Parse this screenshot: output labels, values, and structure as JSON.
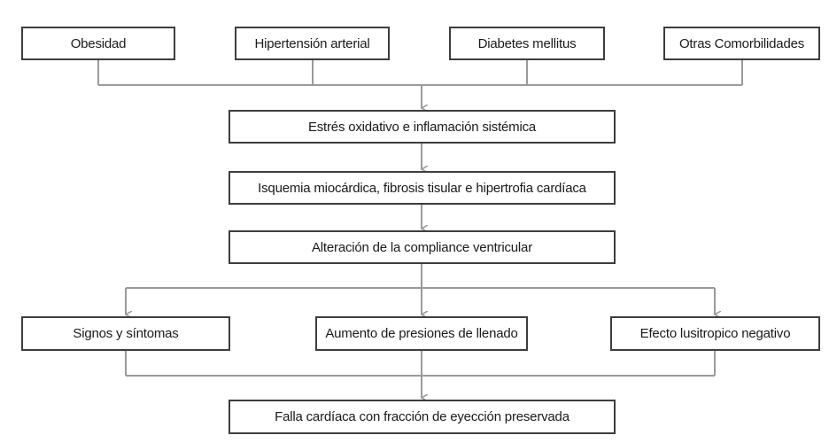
{
  "diagram": {
    "colors": {
      "box_border": "#3d3d3d",
      "connector": "#9a9a9a",
      "text": "#1a1a1a"
    },
    "nodes": {
      "obesidad": "Obesidad",
      "hipertension": "Hipertensión arterial",
      "diabetes": "Diabetes mellitus",
      "otras": "Otras Comorbilidades",
      "estres": "Estrés oxidativo e inflamación sistémica",
      "isquemia": "Isquemia miocárdica, fibrosis tisular e hipertrofia cardíaca",
      "alteracion": "Alteración de la compliance ventricular",
      "signos": "Signos y síntomas",
      "aumento": "Aumento de presiones de llenado",
      "efecto": "Efecto lusitropico negativo",
      "falla": "Falla cardíaca con fracción de eyección preservada"
    },
    "edges": [
      {
        "from": [
          "obesidad",
          "hipertension",
          "diabetes",
          "otras"
        ],
        "to": "estres"
      },
      {
        "from": [
          "estres"
        ],
        "to": "isquemia"
      },
      {
        "from": [
          "isquemia"
        ],
        "to": "alteracion"
      },
      {
        "from": [
          "alteracion"
        ],
        "to": [
          "signos",
          "aumento",
          "efecto"
        ]
      },
      {
        "from": [
          "signos",
          "aumento",
          "efecto"
        ],
        "to": "falla"
      }
    ]
  }
}
